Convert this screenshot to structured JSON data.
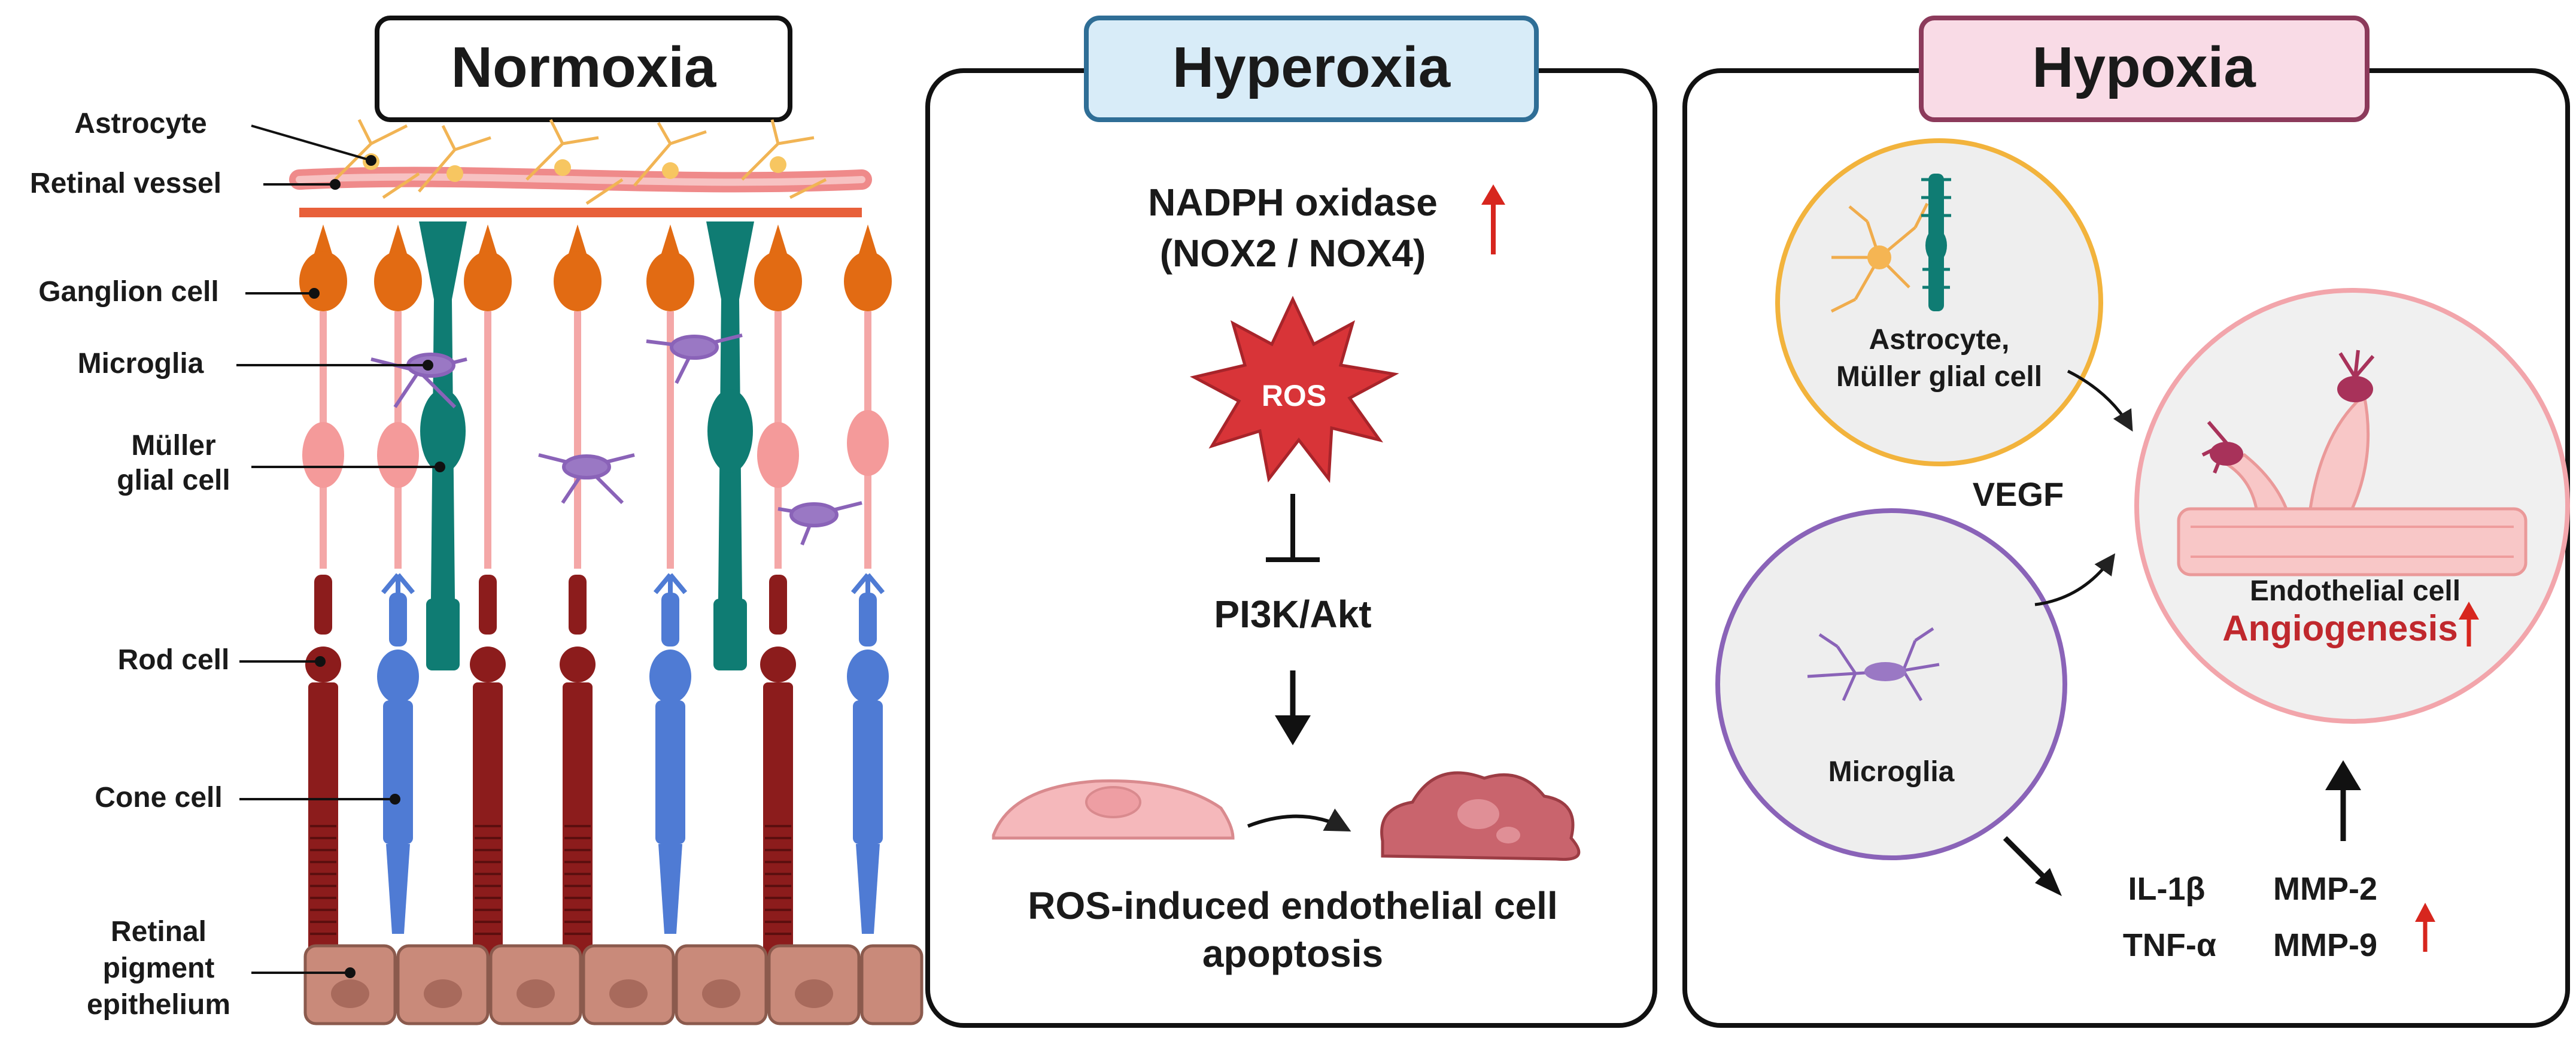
{
  "normoxia": {
    "title": "Normoxia",
    "labels": {
      "astrocyte": "Astrocyte",
      "retinal_vessel": "Retinal vessel",
      "ganglion_cell": "Ganglion cell",
      "microglia": "Microglia",
      "muller_line1": "Müller",
      "muller_line2": "glial cell",
      "rod_cell": "Rod cell",
      "cone_cell": "Cone cell",
      "rpe_line1": "Retinal",
      "rpe_line2": "pigment",
      "rpe_line3": "epithelium"
    }
  },
  "hyperoxia": {
    "title": "Hyperoxia",
    "nadph_line1": "NADPH oxidase",
    "nadph_line2": "(NOX2 / NOX4)",
    "ros": "ROS",
    "pi3k": "PI3K/Akt",
    "caption_line1": "ROS-induced endothelial cell",
    "caption_line2": "apoptosis"
  },
  "hypoxia": {
    "title": "Hypoxia",
    "astro_line1": "Astrocyte,",
    "astro_line2": "Müller glial cell",
    "vegf": "VEGF",
    "microglia": "Microglia",
    "endothelial": "Endothelial cell",
    "angiogenesis": "Angiogenesis",
    "il1b": "IL-1β",
    "tnfa": "TNF-α",
    "mmp2": "MMP-2",
    "mmp9": "MMP-9"
  },
  "colors": {
    "up_arrow": "#d7261e",
    "angiogenesis_text": "#c0282d",
    "hyperoxia_header": "#d8ecf8",
    "hypoxia_header": "#f9dbe6",
    "ganglion": "#e26b13",
    "rod": "#8c1c1c",
    "cone": "#4f7bd4",
    "muller": "#0f7c73",
    "microglia": "#8a63b8"
  }
}
